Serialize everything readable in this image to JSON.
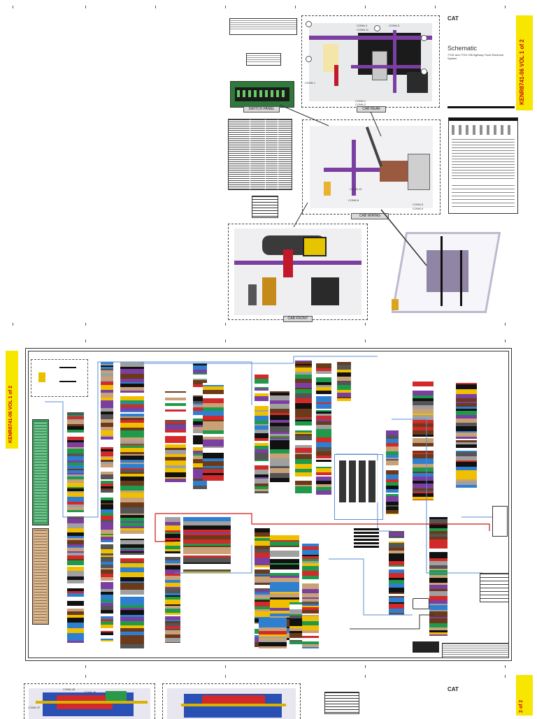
{
  "sheet1": {
    "title": "Schematic",
    "subtitle": "770G and 772G Off-Highway Truck Electrical System",
    "logo": "CAT",
    "side_label": "KENR8741-06 VOL 1 of 2",
    "views": {
      "cab_rear": "CAB REAR",
      "cab_wiring": "CAB WIRING",
      "cab_front": "CAB FRONT",
      "switch_panel": "SWITCH PANEL"
    },
    "connectors": {
      "rear": [
        "CONN 4",
        "CONN 11",
        "CONN 5",
        "CONN 1",
        "CONN 2",
        "CONN 3"
      ],
      "wiring": [
        "CONN 10",
        "CONN 6",
        "CONN 9",
        "CONN 8"
      ]
    }
  },
  "sheet2": {
    "side_label": "KENR8741-06 VOL 1 of 2"
  },
  "sheet3": {
    "logo": "CAT",
    "side_label": "2 of 2",
    "connectors": [
      "CONN 45",
      "CONN 46",
      "CONN 47"
    ]
  },
  "colors": {
    "yellow": "#f7e600",
    "wire_blue": "#5b8fd6",
    "wire_red": "#d01818",
    "harness_purple": "#7a3fa0"
  }
}
